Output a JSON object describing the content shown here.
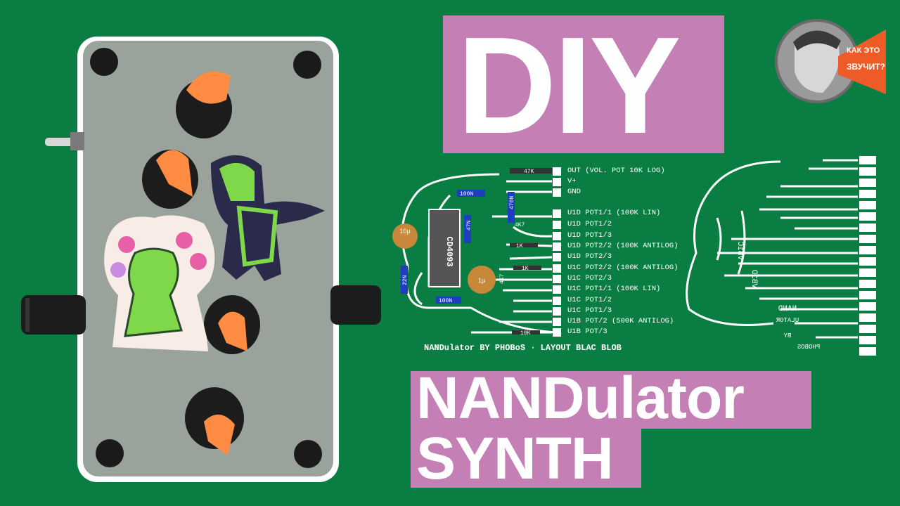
{
  "titles": {
    "top": "DIY",
    "line1": "NANDulator",
    "line2": "SYNTH"
  },
  "logo": {
    "line1": "КАК ЭТО",
    "line2": "ЗВУЧИТ?"
  },
  "pcb": {
    "labels": [
      "OUT (VOL. POT 10K LOG)",
      "V+",
      "GND",
      "U1D POT1/1 (100K LIN)",
      "U1D POT1/2",
      "U1D POT1/3",
      "U1D POT2/2 (100K ANTILOG)",
      "U1D POT2/3",
      "U1C POT2/2 (100K ANTILOG)",
      "U1C POT2/3",
      "U1C POT1/1 (100K LIN)",
      "U1C POT1/2",
      "U1C POT1/3",
      "U1B POT/2 (500K ANTILOG)",
      "U1B POT/3"
    ],
    "credit": "NANDulator BY PHOBoS · LAYOUT BLAC BLOB",
    "chip": "CD4093",
    "components": {
      "c1": "10µ",
      "c2": "1µ",
      "r1": "47K",
      "r2": "100N",
      "r3": "47N",
      "r4": "470N",
      "r5": "4K7",
      "r6": "1K",
      "r7": "1K",
      "r8": "22N",
      "r9": "100N",
      "r10": "4K7",
      "r11": "10K"
    },
    "mirror_text": [
      "VB1C",
      "VB1D",
      "NAND",
      "ULATOR",
      "BY",
      "PHOBOS"
    ]
  },
  "colors": {
    "background": "#0a7e42",
    "title_box": "#c47fb5",
    "title_text": "#ffffff",
    "pcb_trace": "#ffffff",
    "knob_cap": "#ff8c42",
    "enclosure": "#9aa29c"
  }
}
